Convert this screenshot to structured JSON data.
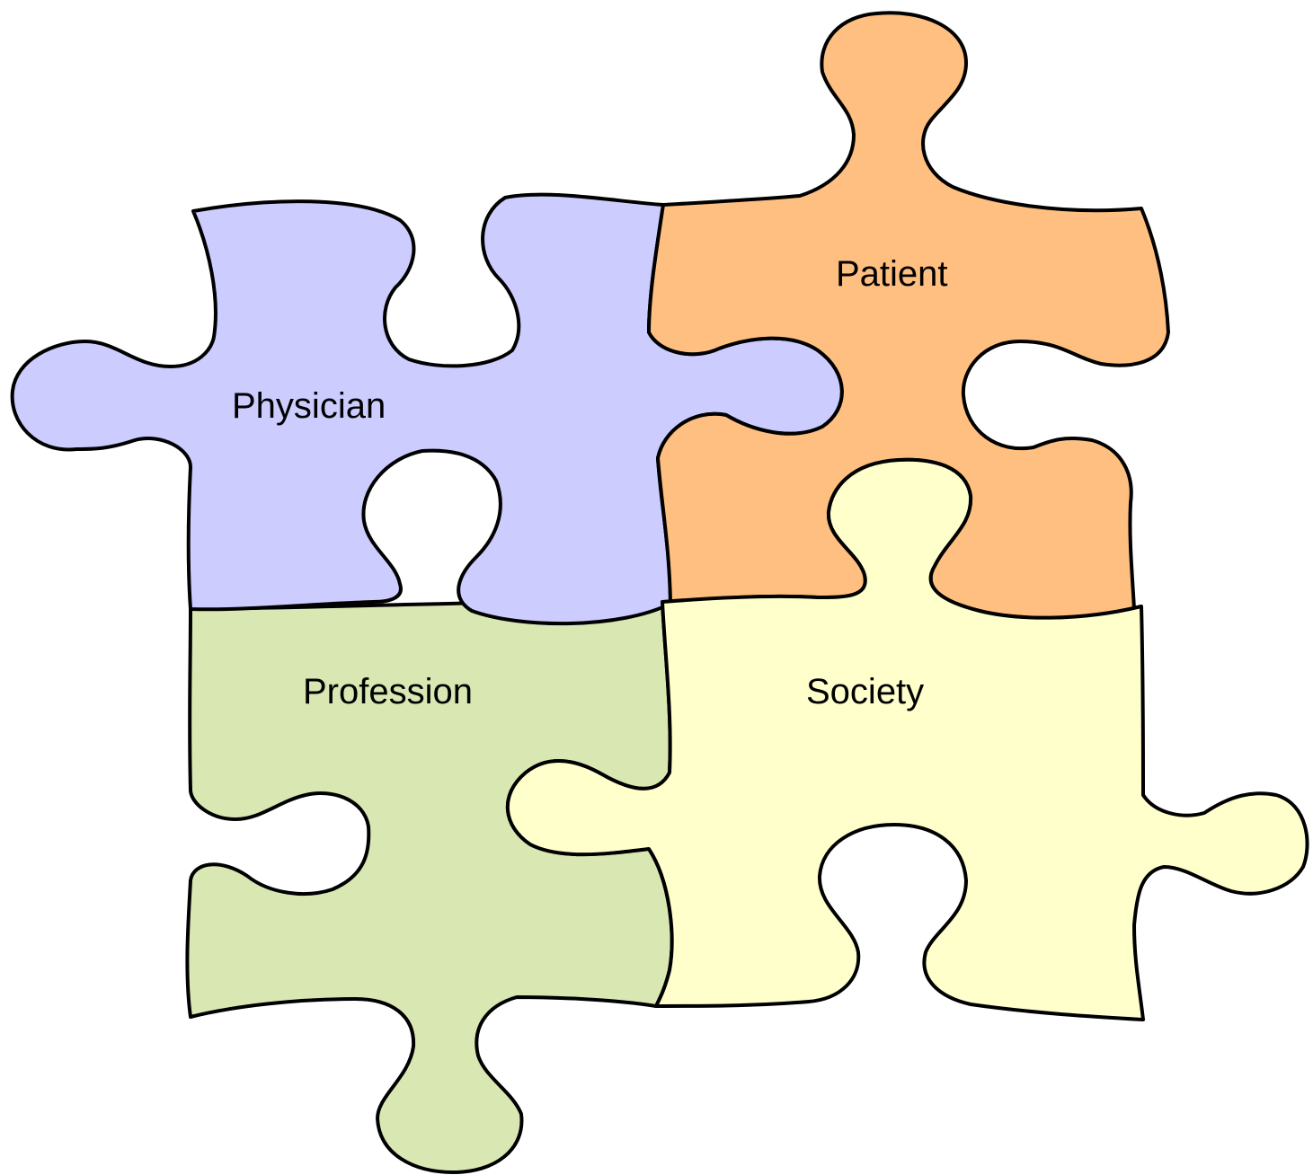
{
  "diagram": {
    "pieces": [
      {
        "id": "physician",
        "label": "Physician",
        "color": "#ccccff"
      },
      {
        "id": "patient",
        "label": "Patient",
        "color": "#ffbf80"
      },
      {
        "id": "profession",
        "label": "Profession",
        "color": "#d9e8b3"
      },
      {
        "id": "society",
        "label": "Society",
        "color": "#ffffcc"
      }
    ],
    "outline_color": "#000000"
  }
}
